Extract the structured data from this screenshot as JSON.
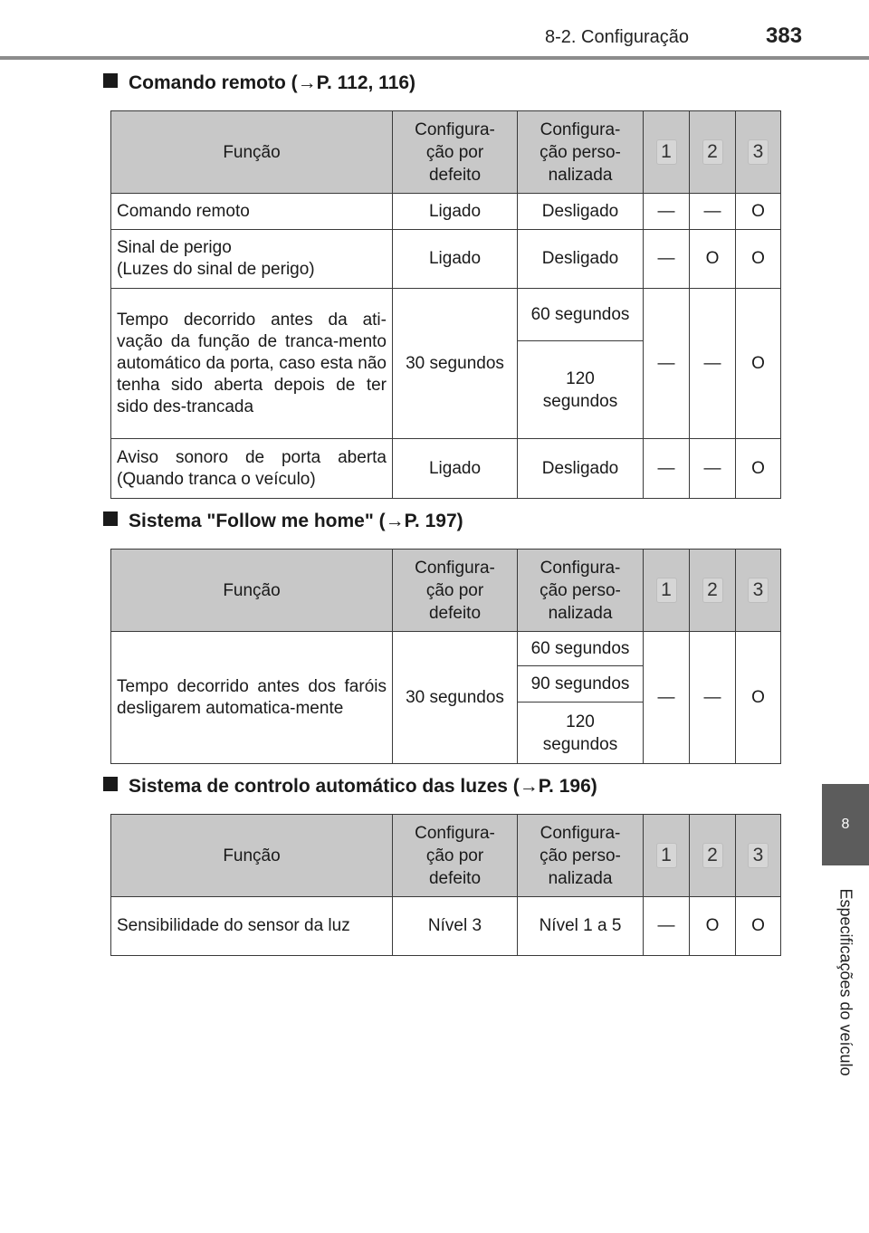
{
  "header": {
    "section": "8-2. Configuração",
    "page_number": "383"
  },
  "side": {
    "tab_number": "8",
    "chapter_label": "Especificações do veículo"
  },
  "columns": {
    "funcao": "Função",
    "default": "Configura-\nção por\ndefeito",
    "custom": "Configura-\nção perso-\nnalizada",
    "n1": "1",
    "n2": "2",
    "n3": "3"
  },
  "sections": [
    {
      "title": "Comando remoto (→P. 112, 116)",
      "rows": [
        {
          "funcao": "Comando remoto",
          "default": "Ligado",
          "custom": "Desligado",
          "c1": "—",
          "c2": "—",
          "c3": "O"
        },
        {
          "funcao": "Sinal de perigo\n(Luzes do sinal de perigo)",
          "default": "Ligado",
          "custom": "Desligado",
          "c1": "—",
          "c2": "O",
          "c3": "O"
        },
        {
          "funcao": "Tempo decorrido antes da ati-vação da função de tranca-mento automático da porta, caso esta não tenha sido aberta depois de ter sido des-trancada",
          "default": "30 segundos",
          "custom": [
            "60 segundos",
            "120\nsegundos"
          ],
          "c1": "—",
          "c2": "—",
          "c3": "O"
        },
        {
          "funcao": "Aviso sonoro de porta aberta (Quando tranca o veículo)",
          "default": "Ligado",
          "custom": "Desligado",
          "c1": "—",
          "c2": "—",
          "c3": "O"
        }
      ]
    },
    {
      "title": "Sistema \"Follow me home\" (→P. 197)",
      "rows": [
        {
          "funcao": "Tempo decorrido antes dos faróis desligarem automatica-mente",
          "default": "30 segundos",
          "custom": [
            "60 segundos",
            "90 segundos",
            "120\nsegundos"
          ],
          "c1": "—",
          "c2": "—",
          "c3": "O"
        }
      ]
    },
    {
      "title": "Sistema de controlo automático das luzes (→P. 196)",
      "rows": [
        {
          "funcao": "Sensibilidade do sensor da luz",
          "default": "Nível 3",
          "custom": "Nível 1 a 5",
          "c1": "—",
          "c2": "O",
          "c3": "O"
        }
      ]
    }
  ]
}
